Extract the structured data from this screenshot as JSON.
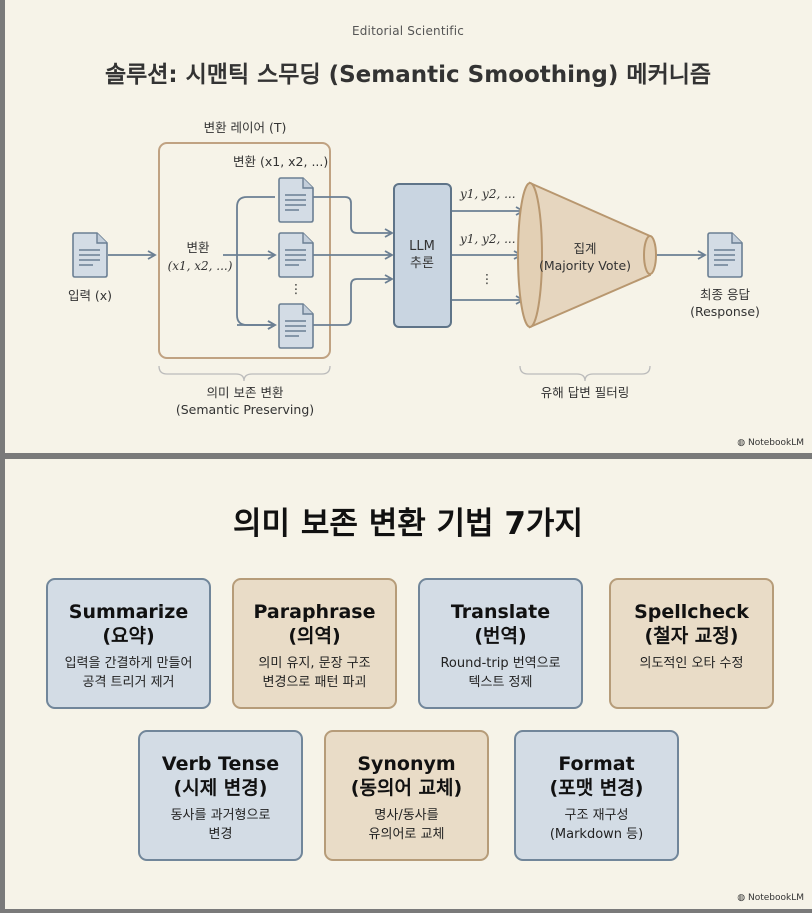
{
  "slide1": {
    "subtitle": "Editorial Scientific",
    "title": "솔루션: 시맨틱 스무딩 (Semantic Smoothing) 메커니즘",
    "layer_label": "변환 레이어 (T)",
    "variants_label": "변환 (x1, x2, ...)",
    "input_label": "입력 (x)",
    "transform_label": "변환",
    "transform_vars": "(x1, x2, ...)",
    "llm_label_1": "LLM",
    "llm_label_2": "추론",
    "output_label_1": "y1, y2, ...",
    "output_label_2": "y1, y2, ...",
    "dots": "⋮",
    "aggregate_label": "집계",
    "aggregate_sub": "(Majority Vote)",
    "final_label": "최종 응답",
    "final_sub": "(Response)",
    "brace_left_1": "의미 보존 변환",
    "brace_left_2": "(Semantic Preserving)",
    "brace_right": "유해 답변 필터링",
    "brand": "NotebookLM"
  },
  "slide2": {
    "title": "의미 보존 변환 기법 7가지",
    "cards": [
      {
        "title": "Summarize",
        "korean": "(요약)",
        "desc1": "입력을 간결하게 만들어",
        "desc2": "공격 트리거 제거",
        "color": "blue"
      },
      {
        "title": "Paraphrase",
        "korean": "(의역)",
        "desc1": "의미 유지, 문장 구조",
        "desc2": "변경으로 패턴 파괴",
        "color": "tan"
      },
      {
        "title": "Translate",
        "korean": "(번역)",
        "desc1": "Round-trip 번역으로",
        "desc2": "텍스트 정제",
        "color": "blue"
      },
      {
        "title": "Spellcheck",
        "korean": "(철자 교정)",
        "desc1": "의도적인 오타 수정",
        "desc2": "",
        "color": "tan"
      },
      {
        "title": "Verb Tense",
        "korean": "(시제 변경)",
        "desc1": "동사를 과거형으로",
        "desc2": "변경",
        "color": "blue"
      },
      {
        "title": "Synonym",
        "korean": "(동의어 교체)",
        "desc1": "명사/동사를",
        "desc2": "유의어로 교체",
        "color": "tan"
      },
      {
        "title": "Format",
        "korean": "(포맷 변경)",
        "desc1": "구조 재구성",
        "desc2": "(Markdown 등)",
        "color": "blue"
      }
    ],
    "brand": "NotebookLM"
  },
  "colors": {
    "background": "#f6f3e8",
    "blue": "#d3dce5",
    "tan": "#e9dcc7",
    "arrow": "#6b7f93"
  }
}
